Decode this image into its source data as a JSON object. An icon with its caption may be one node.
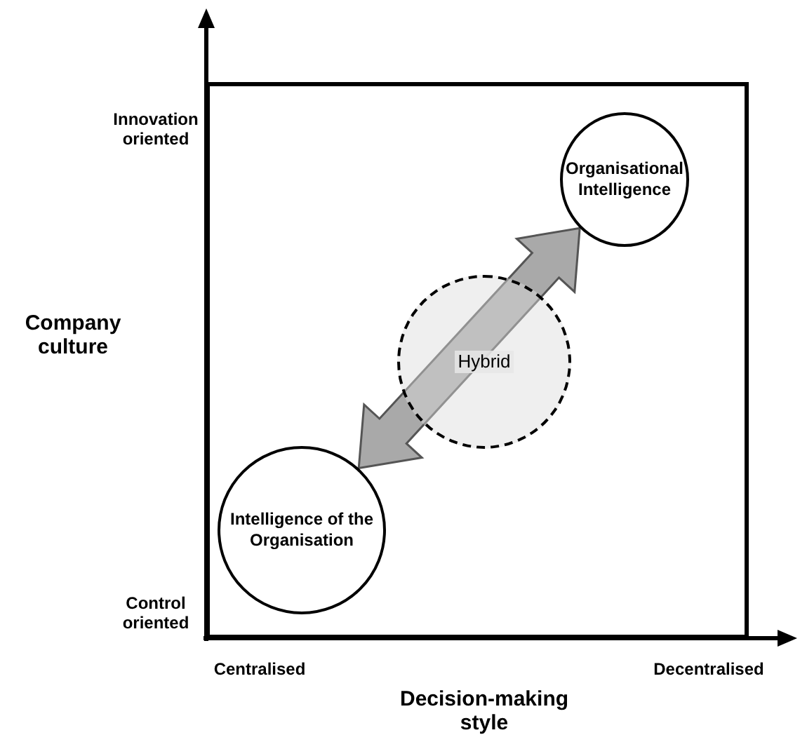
{
  "diagram": {
    "nodes": [
      {
        "text": [
          "Organisational Intelligence"
        ]
      },
      {
        "text": [
          "Hybrid"
        ]
      },
      {
        "text": [
          "Intelligence of the Organisation"
        ]
      }
    ],
    "edges": [
      {
        "from": 2,
        "to": 0,
        "arrow": "both",
        "style": "thick"
      }
    ],
    "labels": [
      "Innovation oriented",
      "Company culture",
      "Control oriented",
      "Centralised",
      "Decentralised",
      "Decision-making style"
    ]
  }
}
